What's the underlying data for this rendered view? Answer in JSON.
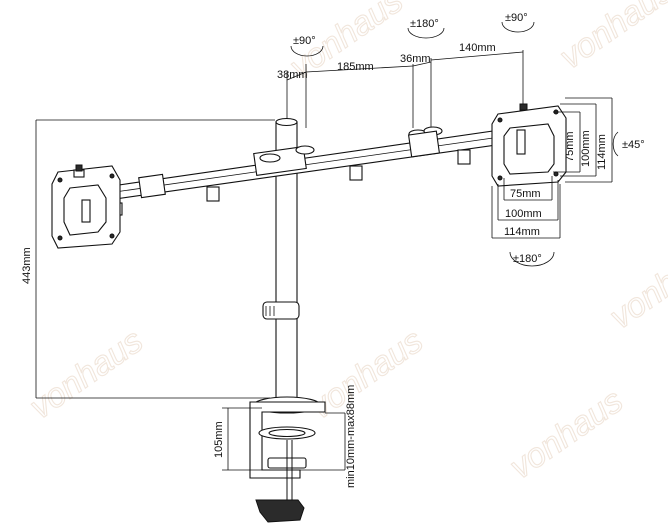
{
  "watermarks": [
    "vonhaus",
    "vonhaus",
    "vonhaus",
    "vonhaus",
    "vonhaus",
    "vonhaus"
  ],
  "rotation_labels": {
    "left_arm": "±90°",
    "center_arm": "±180°",
    "right_arm": "±90°",
    "plate_tilt": "±45°",
    "plate_swivel": "±180°"
  },
  "dimensions": {
    "arm_offset_a": "38mm",
    "arm_segment": "185mm",
    "arm_offset_b": "36mm",
    "arm_end": "140mm",
    "vesa_h_75": "75mm",
    "vesa_h_100": "100mm",
    "vesa_h_114": "114mm",
    "vesa_v_75": "75mm",
    "vesa_v_100": "100mm",
    "vesa_v_114": "114mm",
    "total_height": "443mm",
    "clamp_height": "105mm",
    "desk_thickness": "min10mm-max88mm"
  }
}
